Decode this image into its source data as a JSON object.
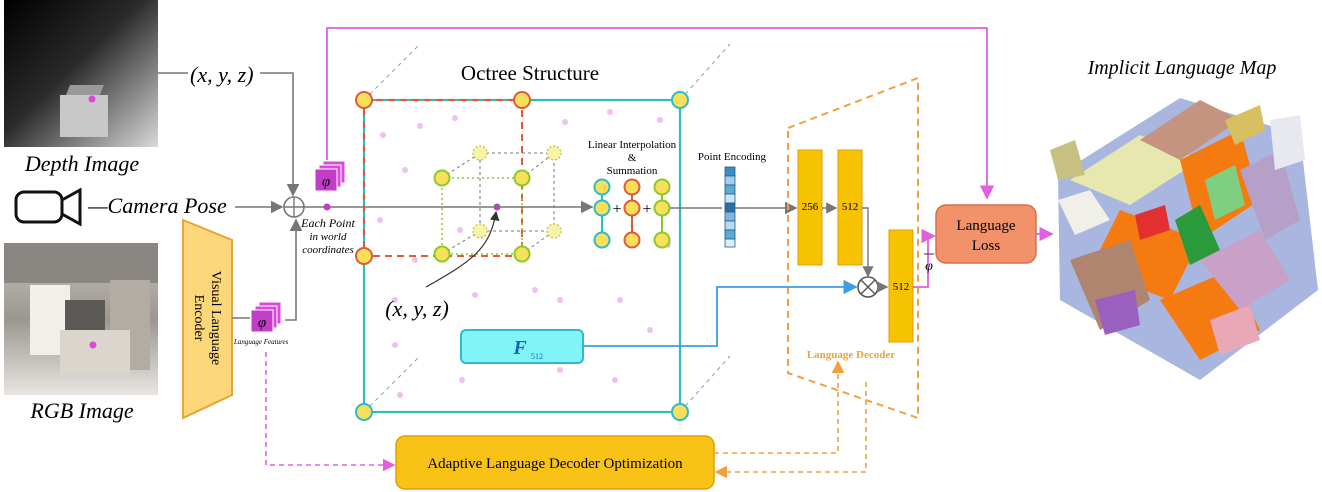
{
  "inputs": {
    "depth_label": "Depth Image",
    "rgb_label": "RGB Image",
    "camera_label": "—Camera Pose",
    "xyz_top": "(x, y, z)",
    "xyz_octree": "(x, y, z)"
  },
  "encoder": {
    "label_line1": "Visual Language",
    "label_line2": "Encoder",
    "phi": "φ",
    "features_label": "Language Features"
  },
  "point_note": {
    "line1": "Each Point",
    "line2": "in world",
    "line3": "coordinates",
    "phi": "φ"
  },
  "octree": {
    "title": "Octree Structure"
  },
  "interp": {
    "line1": "Linear Interpolation",
    "line2": "&",
    "line3": "Summation",
    "plus": "+"
  },
  "point_encoding": "Point Encoding",
  "decoder": {
    "block1": "256",
    "block2": "512",
    "block3": "512",
    "label": "Language Decoder",
    "phi_hat": "φ"
  },
  "feature": {
    "letter": "F",
    "subscript": "512"
  },
  "loss": {
    "line1": "Language",
    "line2": "Loss"
  },
  "optimization": "Adaptive Language Decoder Optimization",
  "map_title": "Implicit Language Map",
  "colors": {
    "cyan": "#30b9c9",
    "red_dash": "#e05a3a",
    "yellow": "#f7e15a",
    "orange_dash": "#f0a040",
    "magenta": "#e060e0",
    "decoder_block": "#f7c200",
    "loss_box": "#f2926a",
    "opt_box": "#f9c217",
    "feature_box": "#7ff5f7",
    "encoder_box": "#fbd77a",
    "blue_line": "#3c9ee3"
  }
}
